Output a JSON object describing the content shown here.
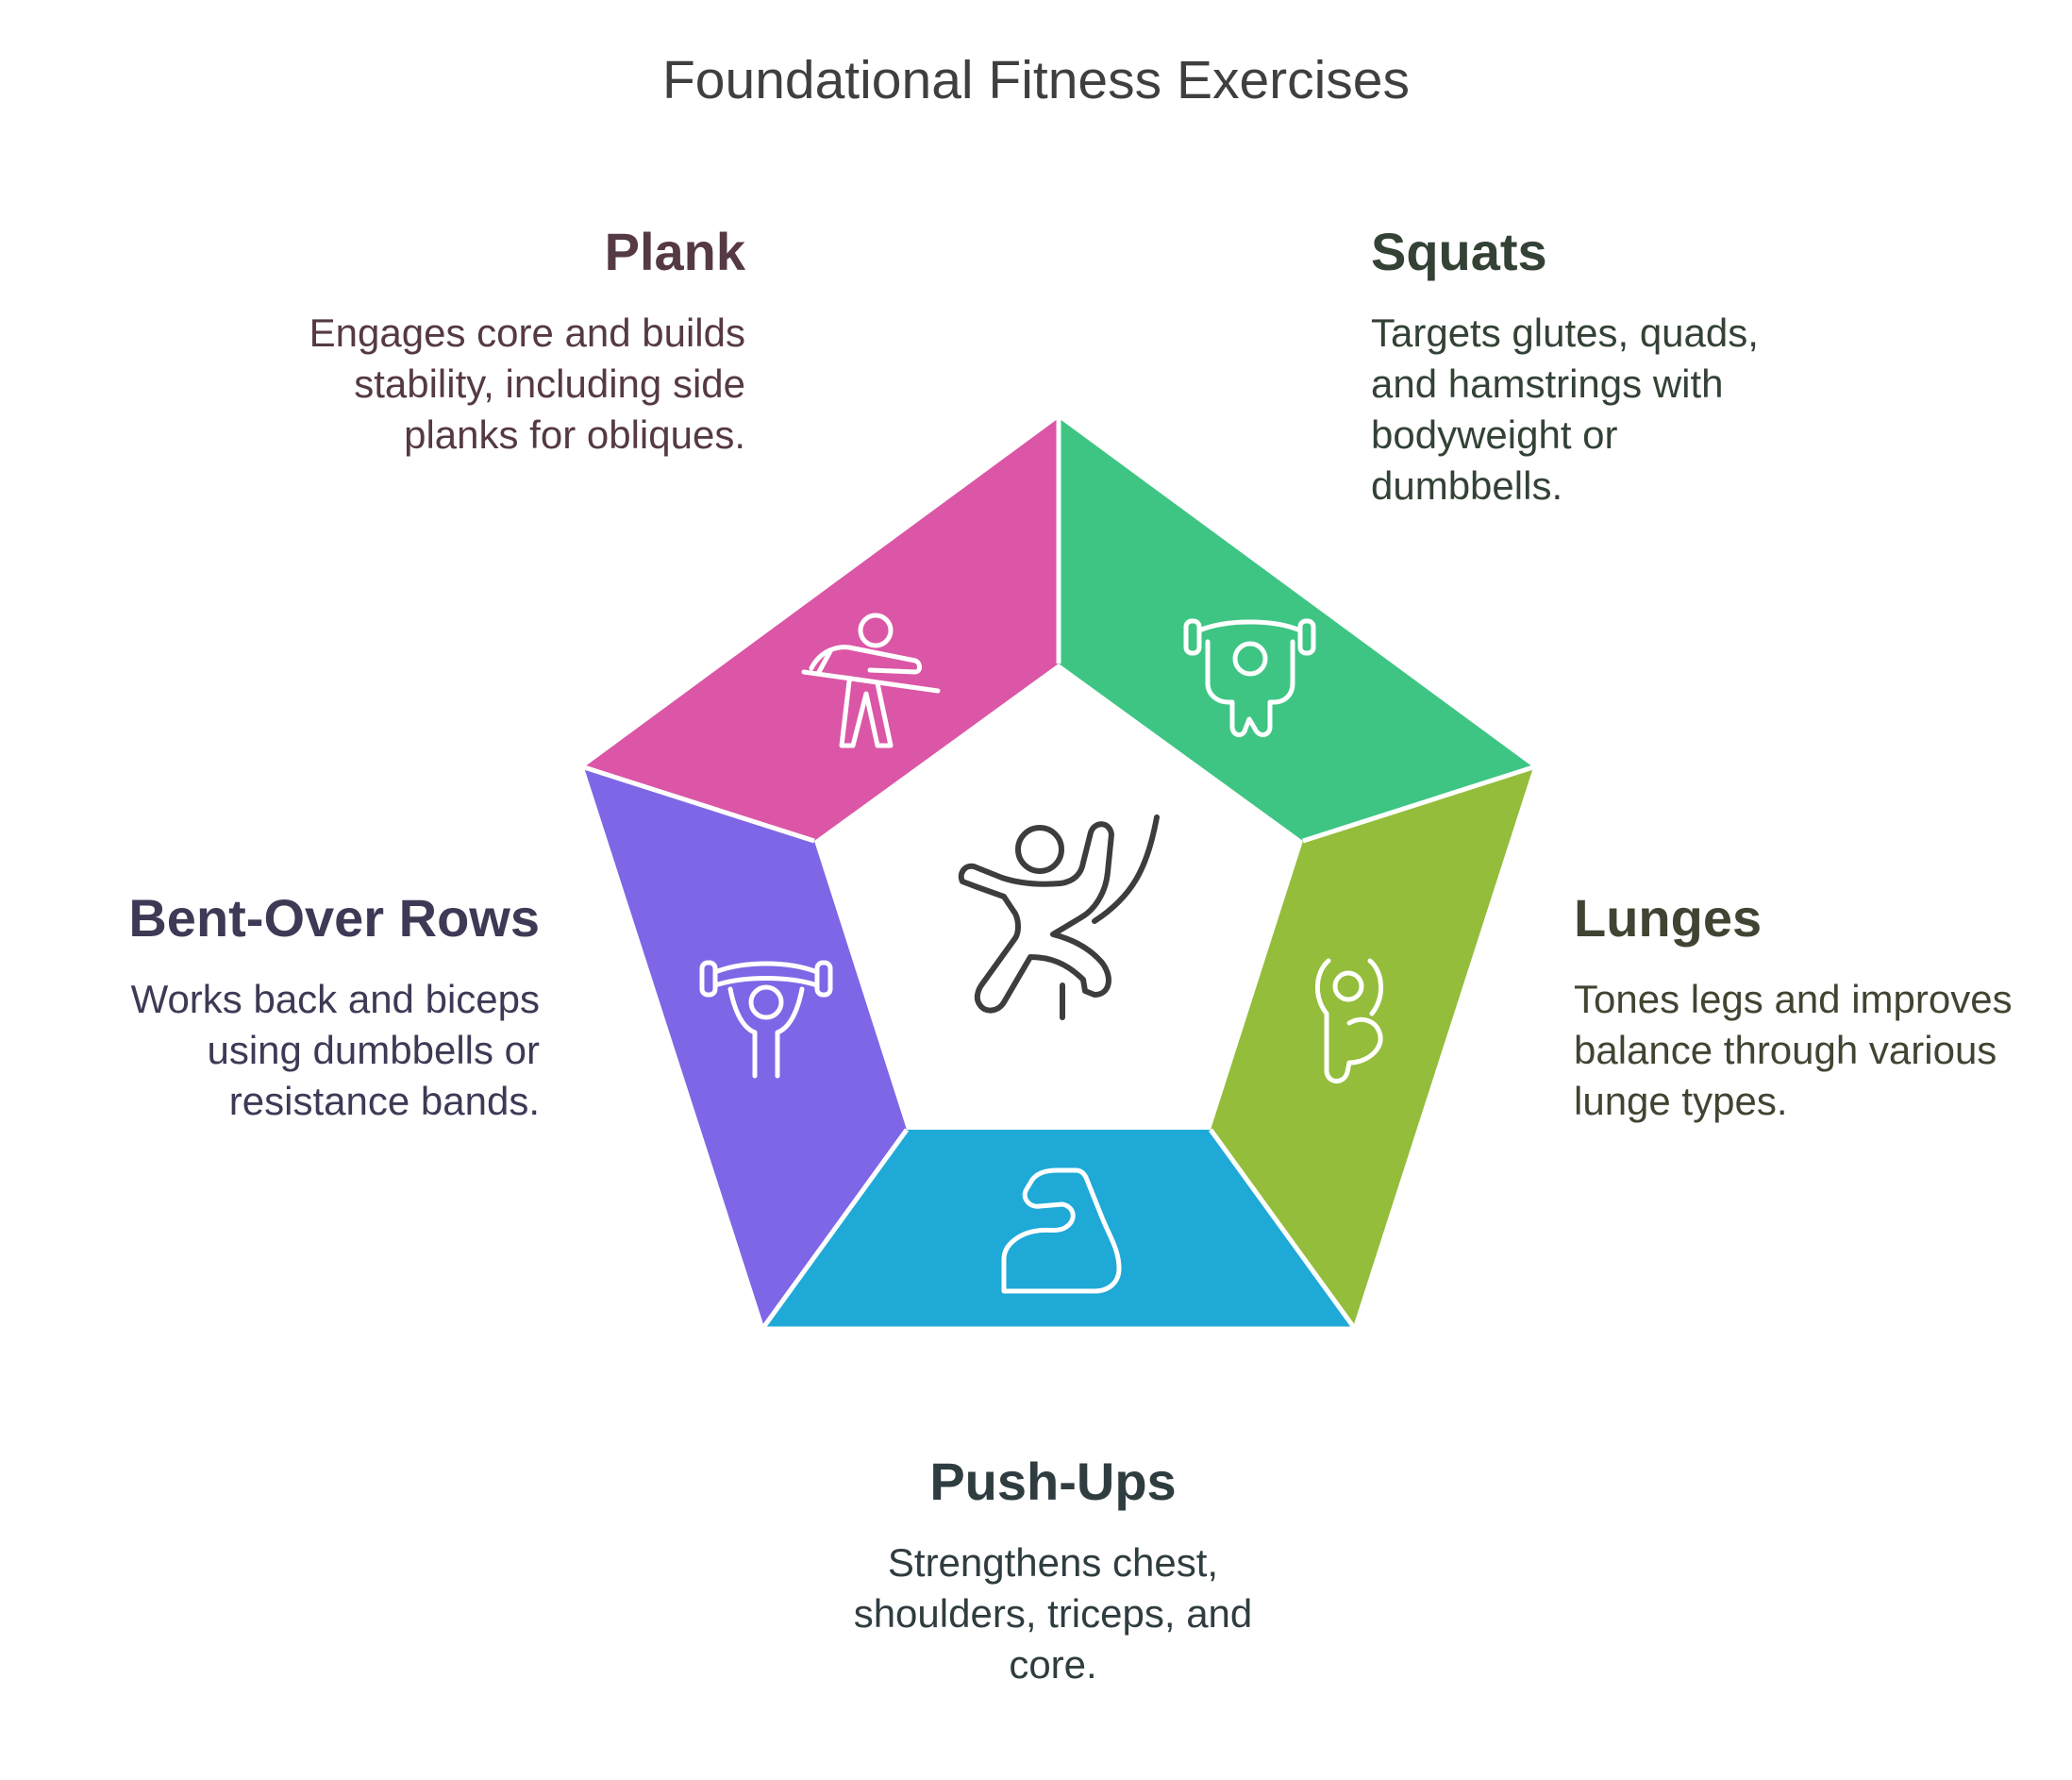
{
  "title": "Foundational Fitness Exercises",
  "segments": [
    {
      "id": "plank",
      "heading": "Plank",
      "description": "Engages core and builds stability, including side planks for obliques.",
      "color": "#db56a6",
      "icon": "plank-exercise-icon"
    },
    {
      "id": "squats",
      "heading": "Squats",
      "description": "Targets glutes, quads, and hamstrings with bodyweight or dumbbells.",
      "color": "#3ec584",
      "icon": "barbell-squat-icon"
    },
    {
      "id": "lunges",
      "heading": "Lunges",
      "description": "Tones legs and improves balance through various lunge types.",
      "color": "#93bd3b",
      "icon": "lunge-stretch-icon"
    },
    {
      "id": "pushups",
      "heading": "Push-Ups",
      "description": "Strengthens chest, shoulders, triceps, and core.",
      "color": "#1ea9d7",
      "icon": "flexed-arm-icon"
    },
    {
      "id": "rows",
      "heading": "Bent-Over Rows",
      "description": "Works back and biceps using dumbbells or resistance bands.",
      "color": "#7e66e6",
      "icon": "barbell-lift-icon"
    }
  ],
  "center_icon": "climbing-person-icon",
  "colors": {
    "title": "#3f3f3f",
    "icon_stroke_segment": "#ffffff",
    "icon_stroke_center": "#3d3d3d"
  }
}
